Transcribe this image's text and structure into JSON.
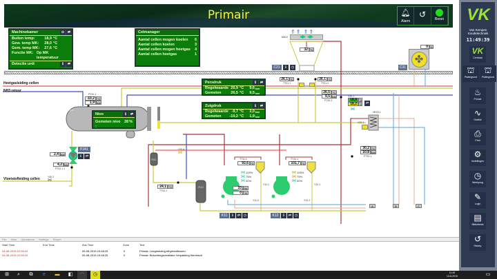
{
  "header": {
    "title": "Primair",
    "buttons": [
      {
        "name": "alarm",
        "label": "Alarm"
      },
      {
        "name": "history",
        "label": ""
      },
      {
        "name": "reset",
        "label": "Reset"
      }
    ]
  },
  "machinekamer": {
    "title": "Machinekamer",
    "rows": [
      {
        "label": "Buiten temp:",
        "value": "18,9",
        "unit": "°C"
      },
      {
        "label": "Gew. temp MK:",
        "value": "28,0",
        "unit": "°C"
      },
      {
        "label": "Gem. temp MK:",
        "value": "27,6",
        "unit": "°C"
      },
      {
        "label": "Functie MK:",
        "value": "Op MK temperatuur",
        "unit": ""
      }
    ],
    "detectie": "Detectie unit"
  },
  "celmanager": {
    "title": "Celmanager",
    "rows": [
      {
        "label": "Aantal cellen mogen koelen",
        "value": "6"
      },
      {
        "label": "Aantal cellen koelen",
        "value": "3"
      },
      {
        "label": "Aantal cellen mogen heetgas",
        "value": "4"
      },
      {
        "label": "Aantal cellen heetgas",
        "value": "1"
      }
    ]
  },
  "persdruk": {
    "title": "Persdruk",
    "rows": [
      {
        "label": "Regelwaarde",
        "t": "26,9",
        "tu": "°C",
        "p": "9,6",
        "pu": "bar"
      },
      {
        "label": "Gemeten",
        "t": "26,5",
        "tu": "°C",
        "p": "9,5",
        "pu": "bar"
      }
    ]
  },
  "zuigdruk": {
    "title": "Zuigdruk",
    "rows": [
      {
        "label": "Regelwaarde",
        "t": "-9,7",
        "tu": "°C",
        "p": "2,0",
        "pu": "bar"
      },
      {
        "label": "Gemeten",
        "t": "-10,2",
        "tu": "°C",
        "p": "1,9",
        "pu": "bar"
      }
    ]
  },
  "niveau": {
    "title": "Nivo",
    "label": "Gemeten nivo :",
    "value": "28",
    "unit": "%"
  },
  "lines": {
    "heetgas": "Heetgasleiding cellen",
    "nh3": "NH3 retour",
    "vloeistof": "Vloeistofleiding cellen"
  },
  "vessel": {
    "name": "S41"
  },
  "pt41": {
    "tag": "PT41.1",
    "temp": "-10,2",
    "temp_unit": "°C",
    "press": "1,9",
    "press_unit": "bar"
  },
  "pump": {
    "name": "PJ41",
    "in": "2,4",
    "in_unit": "bar",
    "out": "4,2",
    "out_unit": "bar",
    "tag": "PT41.1.1"
  },
  "valves": {
    "y40": "Y40.2",
    "y20_4": "Y20.4",
    "y20_1": "Y20.1",
    "y20_5": "Y20.1",
    "y11_1": "Y11.1",
    "y11_2": "Y11.2",
    "y12_1": "Y12.1",
    "y12_2": "Y12.2"
  },
  "r41": "R41",
  "r10": "R10",
  "tt41": {
    "tag": "TT41.1",
    "value": "24,1",
    "unit": "°C"
  },
  "condenser": {
    "name": "M610",
    "value": "32",
    "unit": "%",
    "label": "C21"
  },
  "drycooler": {
    "label": "C31",
    "value": "0",
    "unit": "%"
  },
  "tt21": [
    {
      "tag": "TT21.1",
      "value": "26,1",
      "unit": "°C"
    },
    {
      "tag": "TT21.2",
      "value": "26,1",
      "unit": "°C"
    }
  ],
  "pt20_2": {
    "tag": "PT20.2",
    "temp": "26,5",
    "temp_unit": "°C",
    "press": "9,5",
    "press_unit": "bar"
  },
  "y20": {
    "tag": "Y20.1",
    "set": "18,0",
    "meas": "18,2",
    "unit": "°C"
  },
  "hx": "HE20.1",
  "pt20_1": {
    "tag": "PT20.1",
    "temp": "30,2",
    "temp_unit": "°C",
    "press": "10,8",
    "press_unit": "bar"
  },
  "k11": {
    "label": "K11",
    "tt": "TT11.1",
    "temp": "93,6",
    "temp_unit": "°C",
    "hz": "33",
    "hz_unit": "Hz",
    "pct": "0",
    "pct_unit": "%",
    "steps": [
      "100%",
      "75%",
      "50%"
    ]
  },
  "k12": {
    "label": "K12",
    "tt": "TT12.1",
    "temp": "101,7",
    "temp_unit": "°C",
    "steps": [
      "100%",
      "75%",
      "50%"
    ]
  },
  "connectors": [
    "A",
    "B",
    "C"
  ],
  "menu": [
    "File",
    "View",
    "Operations",
    "Settings",
    "Report"
  ],
  "alarms": {
    "columns": [
      "Start Time",
      "End Time",
      "Ack Time",
      "Zone",
      "Text"
    ],
    "rows": [
      {
        "start": "04-08-2019-22:59:43",
        "end": "",
        "ack": "05-08-2019-19:48:25",
        "zone": "0",
        "text": "Primair: Leegmelding ethyleenflessen"
      },
      {
        "start": "04-08-2019-22:59:43",
        "end": "",
        "ack": "05-08-2019-19:48:25",
        "zone": "0",
        "text": "Primair: Beluchtingsventilator Verpakking thermisch"
      }
    ]
  },
  "sidebar": {
    "brand": "Van Kempen Koudetechniek",
    "clock": "11:49:39",
    "items": [
      {
        "label": "Centraal",
        "icon": "VK"
      },
      {
        "label": "Plattegrond",
        "icon": "⛫"
      },
      {
        "label": "Plattegrond",
        "icon": "⛫"
      },
      {
        "label": "Primair",
        "icon": "♨"
      },
      {
        "label": "Grafiek",
        "icon": "∿"
      },
      {
        "label": "Print",
        "icon": "⎙"
      },
      {
        "label": "Instellingen",
        "icon": "⚙"
      },
      {
        "label": "Weekprog",
        "icon": "◷"
      },
      {
        "label": "Login",
        "icon": "✎"
      },
      {
        "label": "Bibliotheek",
        "icon": "▤"
      },
      {
        "label": "History",
        "icon": "↺"
      }
    ]
  },
  "taskbar": {
    "time": "11:49",
    "date": "13-8-2019"
  }
}
